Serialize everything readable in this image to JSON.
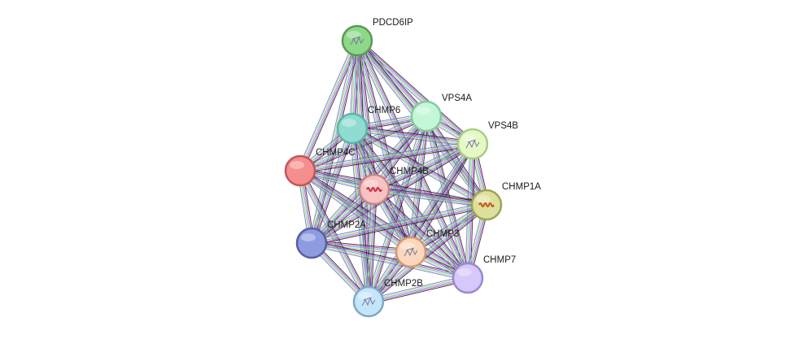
{
  "nodes": [
    {
      "id": "PDCD6IP",
      "label": "PDCD6IP",
      "color": "#8ed88a",
      "stroke": "#5a9a56",
      "icon": "structure-thumbnail"
    },
    {
      "id": "VPS4A",
      "label": "VPS4A",
      "color": "#c4f7d8",
      "stroke": "#86c9a0",
      "icon": "none"
    },
    {
      "id": "CHMP6",
      "label": "CHMP6",
      "color": "#8fdcd2",
      "stroke": "#5fb3a8",
      "icon": "none"
    },
    {
      "id": "VPS4B",
      "label": "VPS4B",
      "color": "#e6f8c6",
      "stroke": "#a9cd84",
      "icon": "structure-thumbnail"
    },
    {
      "id": "CHMP4C",
      "label": "CHMP4C",
      "color": "#f58f8f",
      "stroke": "#c25656",
      "icon": "none"
    },
    {
      "id": "CHMP4B",
      "label": "CHMP4B",
      "color": "#f7c2c2",
      "stroke": "#c98484",
      "icon": "helix-structure"
    },
    {
      "id": "CHMP1A",
      "label": "CHMP1A",
      "color": "#dde09a",
      "stroke": "#a0a355",
      "icon": "helix-structure"
    },
    {
      "id": "CHMP2A",
      "label": "CHMP2A",
      "color": "#8f9be0",
      "stroke": "#56609f",
      "icon": "none"
    },
    {
      "id": "CHMP3",
      "label": "CHMP3",
      "color": "#fbd8bd",
      "stroke": "#d39a6e",
      "icon": "structure-thumbnail"
    },
    {
      "id": "CHMP7",
      "label": "CHMP7",
      "color": "#d6c8fa",
      "stroke": "#9a89cf",
      "icon": "none"
    },
    {
      "id": "CHMP2B",
      "label": "CHMP2B",
      "color": "#c4e6fa",
      "stroke": "#7fa9c6",
      "icon": "structure-thumbnail"
    }
  ],
  "edge_colors": [
    "#1f1f1f",
    "#cf3bd6",
    "#4ab5c9",
    "#b9d85c",
    "#6f6fd8"
  ]
}
